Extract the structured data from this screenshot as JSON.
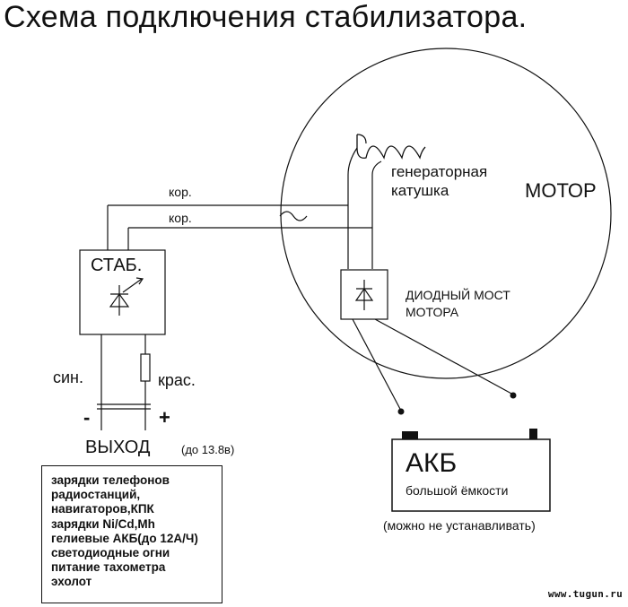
{
  "title": "Схема подключения стабилизатора.",
  "labels": {
    "motor": "МОТОР",
    "gen_coil_line1": "генераторная",
    "gen_coil_line2": "катушка",
    "kor1": "кор.",
    "kor2": "кор.",
    "stab": "СТАБ.",
    "diode_bridge_line1": "ДИОДНЫЙ МОСТ",
    "diode_bridge_line2": "МОТОРА",
    "sin": "син.",
    "kras": "крас.",
    "minus": "-",
    "plus": "+",
    "output": "ВЫХОД",
    "output_note": "(до 13.8в)",
    "akb": "АКБ",
    "akb_sub": "большой ёмкости",
    "akb_note": "(можно не устанавливать)"
  },
  "usage_list": [
    "зарядки телефонов",
    "радиостанций,",
    "навигаторов,КПК",
    "зарядки Ni/Cd,Mh",
    "гелиевые АКБ(до 12А/Ч)",
    "светодиодные огни",
    "питание тахометра",
    "эхолот"
  ],
  "watermark": "www.tugun.ru"
}
